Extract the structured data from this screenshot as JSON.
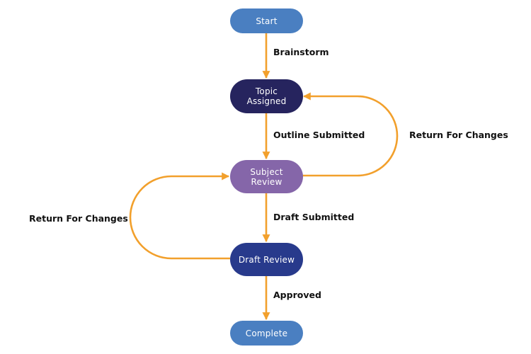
{
  "nodes": {
    "start": {
      "label": "Start",
      "color": "#4a7fc1"
    },
    "topic": {
      "label": "Topic\nAssigned",
      "color": "#26245e"
    },
    "subject": {
      "label": "Subject\nReview",
      "color": "#8566a9"
    },
    "draft": {
      "label": "Draft Review",
      "color": "#283a8c"
    },
    "complete": {
      "label": "Complete",
      "color": "#4a7fc1"
    }
  },
  "edges": {
    "brainstorm": "Brainstorm",
    "outline_submitted": "Outline Submitted",
    "return_right": "Return For Changes",
    "draft_submitted": "Draft Submitted",
    "return_left": "Return For Changes",
    "approved": "Approved"
  },
  "colors": {
    "connector": "#f2a02c"
  }
}
